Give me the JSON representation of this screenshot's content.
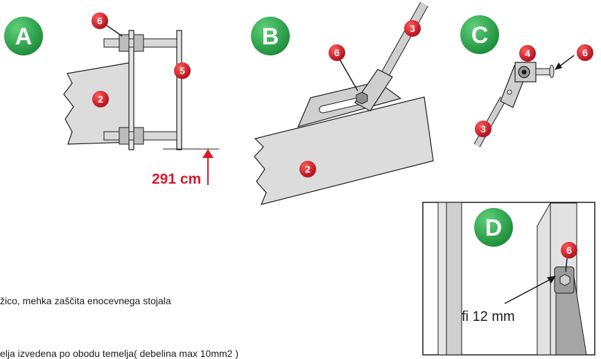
{
  "colors": {
    "green": "#2aa54a",
    "red": "#d7192a",
    "gray": "#dcdcdc",
    "dark": "#1a1a1a"
  },
  "panels": {
    "A": {
      "label": "A",
      "badges": [
        "6",
        "5",
        "2"
      ],
      "measurement": "291 cm"
    },
    "B": {
      "label": "B",
      "badges": [
        "3",
        "6",
        "2"
      ]
    },
    "C": {
      "label": "C",
      "badges": [
        "4",
        "6",
        "3"
      ]
    },
    "D": {
      "label": "D",
      "badges": [
        "6"
      ],
      "dimension": "fi 12 mm"
    }
  },
  "notes": [
    "žico,  mehka zaščita enocevnega stojala",
    "elja izvedena po obodu temelja( debelina max 10mm2 )"
  ]
}
